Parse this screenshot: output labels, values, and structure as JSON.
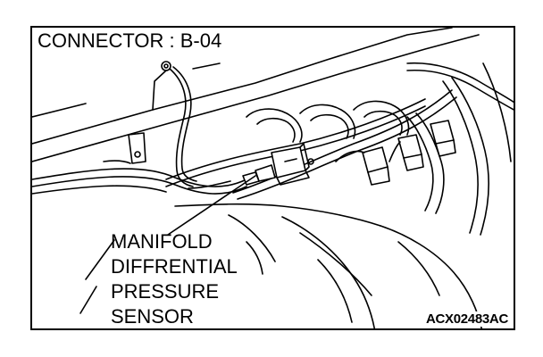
{
  "figure": {
    "connector_label": "CONNECTOR : B-04",
    "sensor_label_lines": [
      "MANIFOLD",
      "DIFFRENTIAL",
      "PRESSURE",
      "SENSOR"
    ],
    "diagram_code": "ACX02483AC",
    "line_color": "#000000",
    "background_color": "#ffffff"
  }
}
